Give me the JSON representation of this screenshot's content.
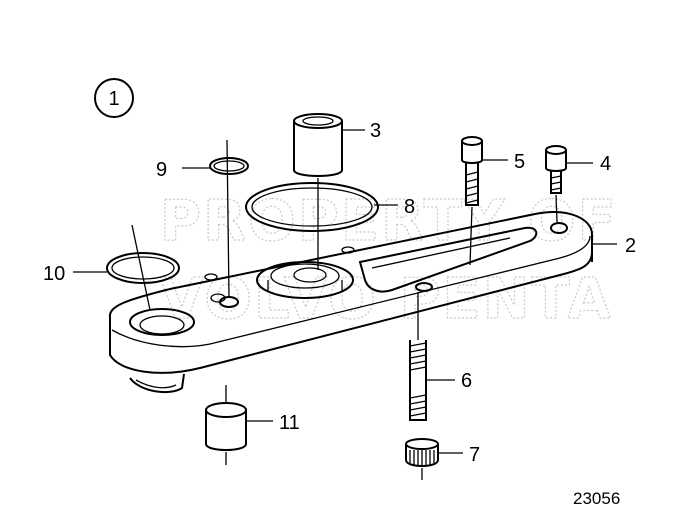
{
  "figure": {
    "view_number": "1",
    "reference_number": "23056",
    "watermark_lines": [
      "PROPERTY OF",
      "VOLVO PENTA"
    ]
  },
  "callouts": [
    {
      "id": "1",
      "part": "view-indicator"
    },
    {
      "id": "2",
      "part": "base-plate"
    },
    {
      "id": "3",
      "part": "sleeve"
    },
    {
      "id": "4",
      "part": "socket-screw-short"
    },
    {
      "id": "5",
      "part": "socket-screw-long"
    },
    {
      "id": "6",
      "part": "stud"
    },
    {
      "id": "7",
      "part": "knurled-nut"
    },
    {
      "id": "8",
      "part": "large-o-ring"
    },
    {
      "id": "9",
      "part": "small-o-ring"
    },
    {
      "id": "10",
      "part": "o-ring-left"
    },
    {
      "id": "11",
      "part": "bushing"
    }
  ]
}
